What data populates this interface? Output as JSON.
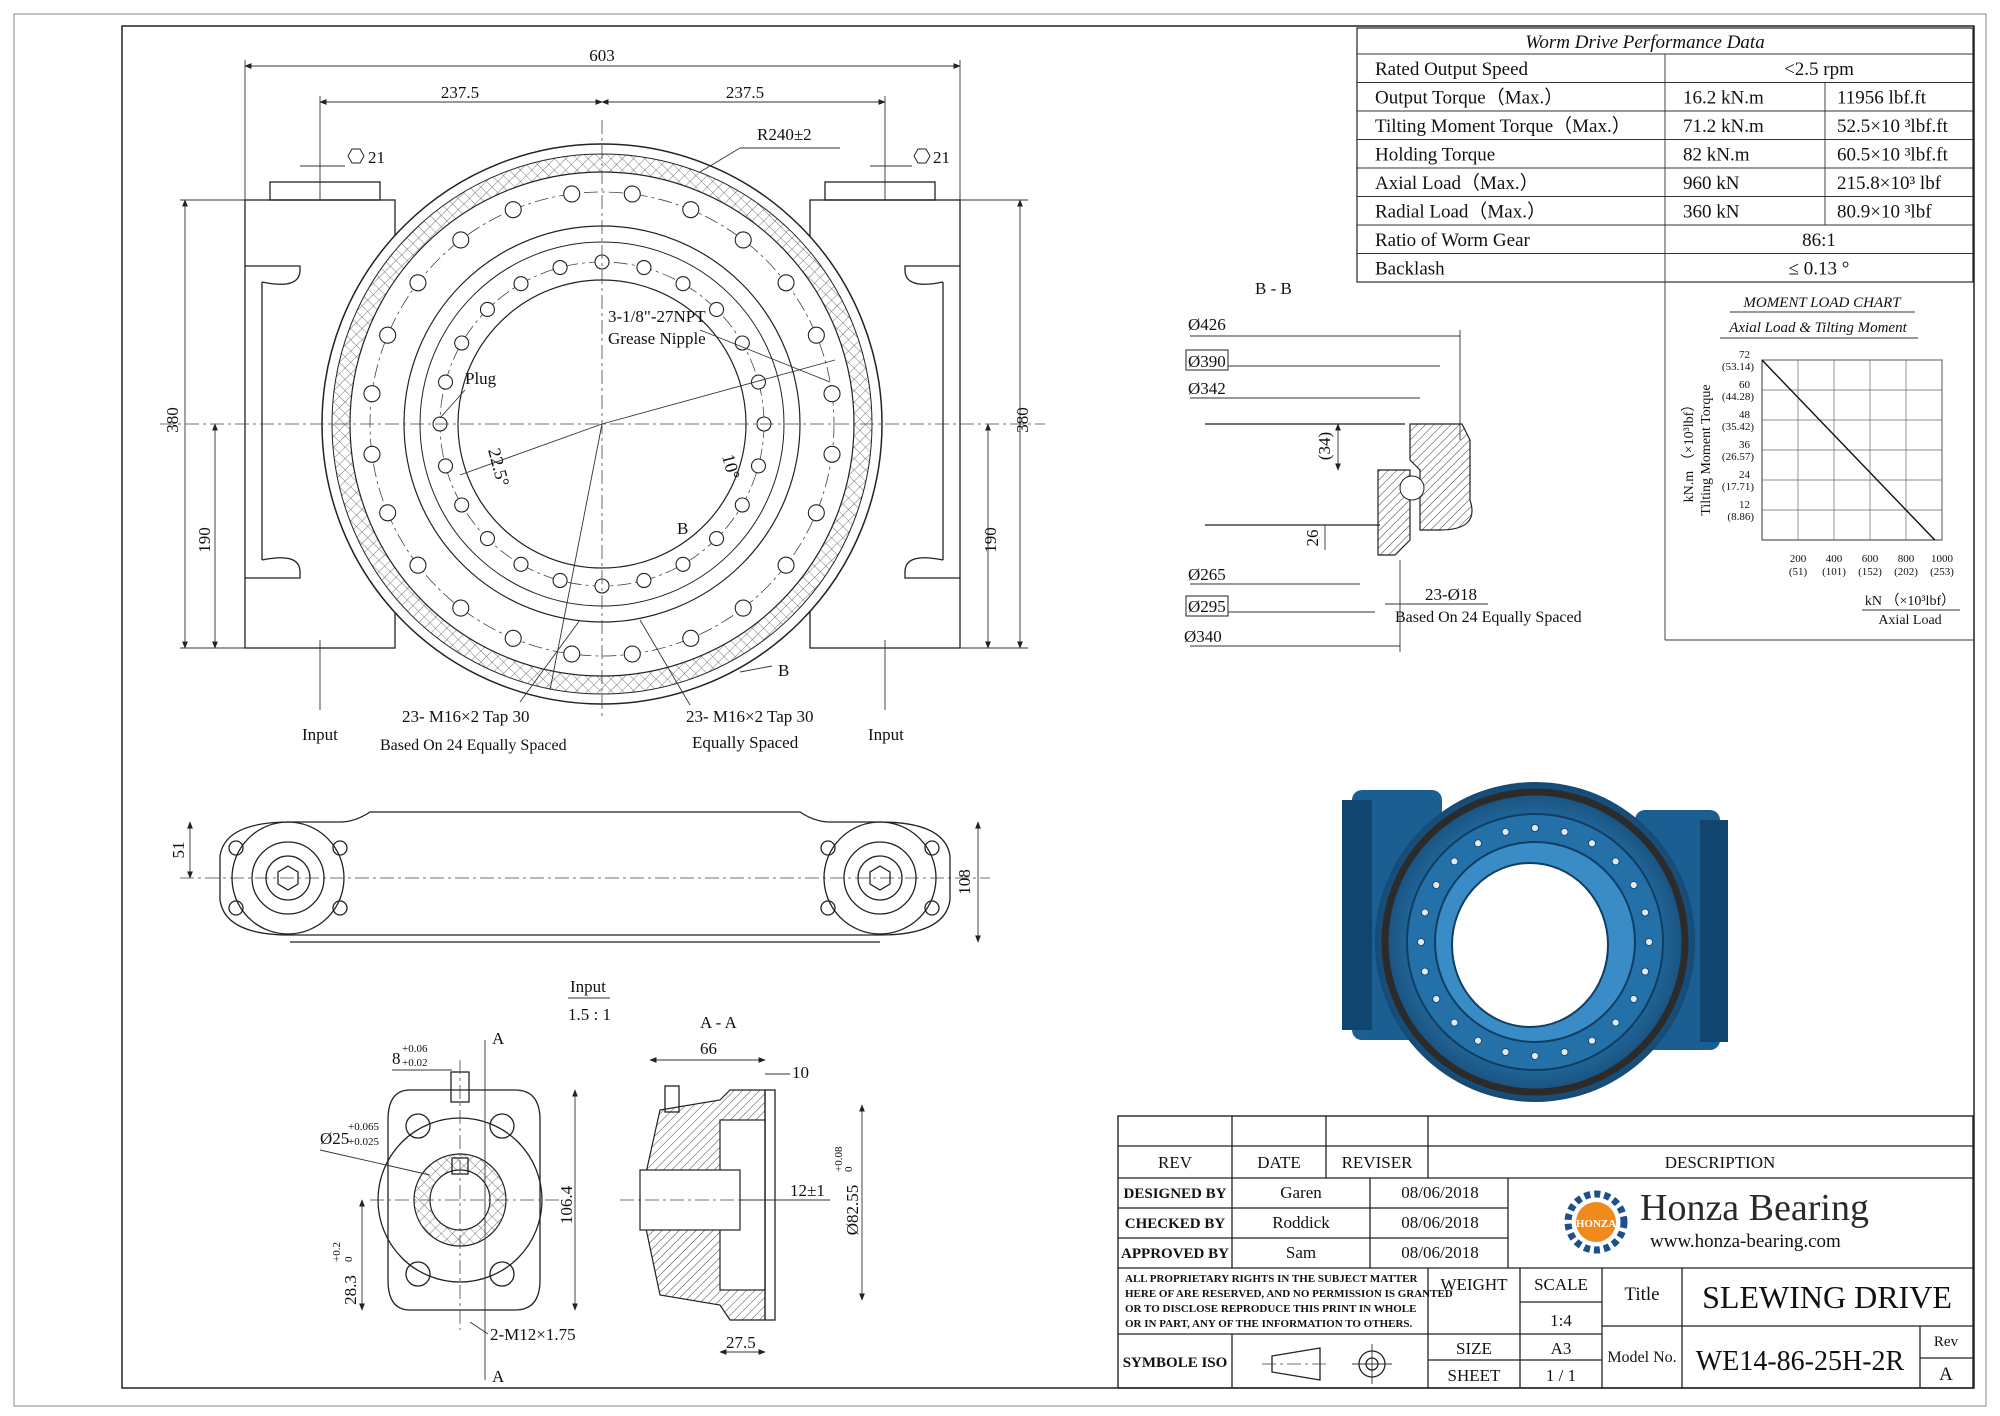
{
  "performance_table": {
    "title": "Worm Drive Performance Data",
    "rows": [
      {
        "label": "Rated Output Speed",
        "value": "<2.5 rpm",
        "imperial": ""
      },
      {
        "label": "Output Torque（Max.）",
        "value": "16.2 kN.m",
        "imperial": "11956 lbf.ft"
      },
      {
        "label": "Tilting Moment Torque（Max.）",
        "value": "71.2 kN.m",
        "imperial": "52.5×10 ³lbf.ft"
      },
      {
        "label": "Holding Torque",
        "value": "82 kN.m",
        "imperial": "60.5×10 ³lbf.ft"
      },
      {
        "label": "Axial Load（Max.）",
        "value": "960 kN",
        "imperial": "215.8×10³ lbf"
      },
      {
        "label": "Radial Load（Max.）",
        "value": "360 kN",
        "imperial": "80.9×10 ³lbf"
      },
      {
        "label": "Ratio of Worm Gear",
        "value": "86:1",
        "imperial": ""
      },
      {
        "label": "Backlash",
        "value": "≤ 0.13 °",
        "imperial": ""
      }
    ]
  },
  "moment_chart": {
    "title": "MOMENT LOAD CHART",
    "subtitle": "Axial Load & Tilting Moment",
    "ylabel_unit": "kN.m （×10³lbf）",
    "ylabel": "Tilting Moment Torque",
    "xlabel_unit": "kN （×10³lbf）",
    "xlabel": "Axial Load"
  },
  "chart_data": {
    "type": "line",
    "title": "MOMENT LOAD CHART",
    "subtitle": "Axial Load & Tilting Moment",
    "xlabel": "Axial Load",
    "ylabel": "Tilting Moment Torque",
    "x_ticks": [
      "200",
      "400",
      "600",
      "800",
      "1000"
    ],
    "x_ticks_imperial": [
      "(51)",
      "(101)",
      "(152)",
      "(202)",
      "(253)"
    ],
    "y_ticks": [
      "12",
      "24",
      "36",
      "48",
      "60",
      "72"
    ],
    "y_ticks_imperial": [
      "(8.86)",
      "(17.71)",
      "(26.57)",
      "(35.42)",
      "(44.28)",
      "(53.14)"
    ],
    "xlim": [
      0,
      1000
    ],
    "ylim": [
      0,
      72
    ],
    "grid": true,
    "series": [
      {
        "x": [
          0,
          960
        ],
        "y": [
          72,
          0
        ]
      }
    ]
  },
  "front_view": {
    "dim_overall": "603",
    "dim_left": "237.5",
    "dim_right": "237.5",
    "hex_left": "21",
    "hex_right": "21",
    "radius": "R240±2",
    "height_left": "380",
    "height_right": "380",
    "half_left": "190",
    "half_right": "190",
    "grease": "3-1/8\"-27NPT",
    "grease2": "Grease Nipple",
    "plug": "Plug",
    "angle1": "22.5°",
    "angle2": "10°",
    "section_b": "B",
    "section_b2": "B",
    "input_left": "Input",
    "input_right": "Input",
    "tap_left_1": "23- M16×2 Tap 30",
    "tap_left_2": "Based On 24 Equally Spaced",
    "tap_right_1": "23- M16×2 Tap 30",
    "tap_right_2": "Equally Spaced"
  },
  "section_bb": {
    "title": "B - B",
    "d426": "Ø426",
    "d390": "Ø390",
    "d342": "Ø342",
    "d265": "Ø265",
    "d295": "Ø295",
    "d340": "Ø340",
    "h34": "(34)",
    "h26": "26",
    "holes": "23-Ø18",
    "holes2": "Based On 24 Equally Spaced"
  },
  "top_view": {
    "h51": "51",
    "h108": "108"
  },
  "input_detail": {
    "title": "Input",
    "scale": "1.5 : 1",
    "section_a": "A",
    "section_a2": "A",
    "key": "8",
    "key_tol_up": "+0.06",
    "key_tol_dn": "+0.02",
    "shaft": "Ø25",
    "shaft_tol_up": "+0.065",
    "shaft_tol_dn": "+0.025",
    "h283": "28.3",
    "h283_tol_up": "+0.2",
    "h283_tol_dn": "0",
    "h1064": "106.4",
    "thread": "2-M12×1.75"
  },
  "section_aa": {
    "title": "A - A",
    "w66": "66",
    "w10": "10",
    "dim12": "12±1",
    "d8255": "Ø82.55",
    "d8255_tol_up": "+0.08",
    "d8255_tol_dn": "0",
    "w275": "27.5"
  },
  "title_block": {
    "rev_label": "REV",
    "date_label": "DATE",
    "reviser_label": "REVISER",
    "description_label": "DESCRIPTION",
    "designed_by_label": "DESIGNED BY",
    "designed_by": "Garen",
    "designed_date": "08/06/2018",
    "checked_by_label": "CHECKED BY",
    "checked_by": "Roddick",
    "checked_date": "08/06/2018",
    "approved_by_label": "APPROVED BY",
    "approved_by": "Sam",
    "approved_date": "08/06/2018",
    "company": "Honza Bearing",
    "website": "www.honza-bearing.com",
    "logo_text": "HONZA",
    "rights_1": "ALL PROPRIETARY RIGHTS IN THE SUBJECT MATTER",
    "rights_2": "HERE OF ARE RESERVED, AND NO PERMISSION IS GRANTED",
    "rights_3": "OR TO DISCLOSE REPRODUCE THIS PRINT IN WHOLE",
    "rights_4": "OR IN PART,  ANY OF THE INFORMATION TO OTHERS.",
    "weight_label": "WEIGHT",
    "scale_label": "SCALE",
    "scale": "1:4",
    "size_label": "SIZE",
    "size": "A3",
    "sheet_label": "SHEET",
    "sheet": "1  /  1",
    "title_label": "Title",
    "title": "SLEWING DRIVE",
    "model_label": "Model No.",
    "model": "WE14-86-25H-2R",
    "rev2_label": "Rev",
    "rev": "A",
    "symbol_label": "SYMBOLE ISO"
  },
  "colors": {
    "product_blue": "#1f6aa0",
    "product_dark": "#0f3e63",
    "logo_orange": "#f08a1a",
    "logo_blue": "#1d4f8c"
  }
}
